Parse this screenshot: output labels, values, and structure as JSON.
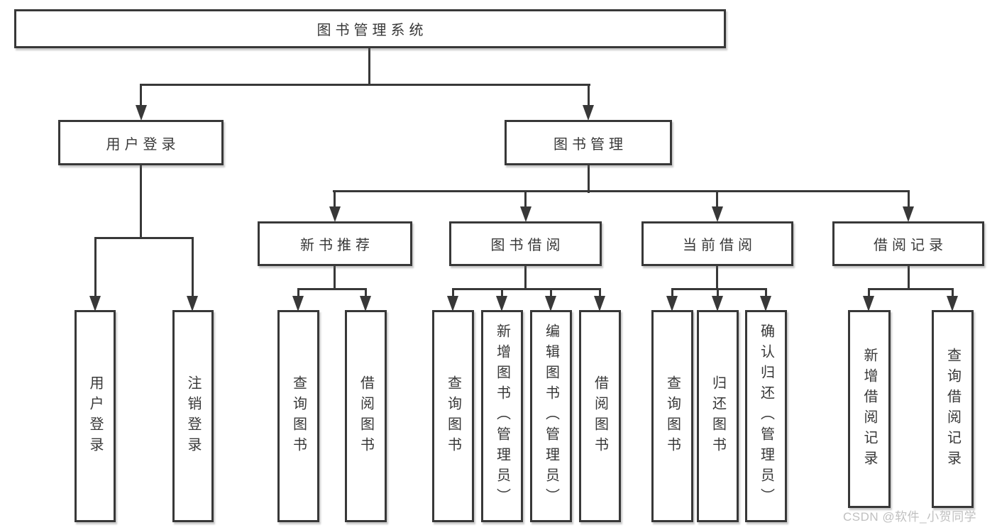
{
  "nodes": {
    "root": "图书管理系统",
    "user_login": "用户登录",
    "book_manage": "图书管理",
    "user_login_children": [
      "用户登录",
      "注销登录"
    ],
    "new_books": "新书推荐",
    "new_books_children": [
      "查询图书",
      "借阅图书"
    ],
    "book_lending": "图书借阅",
    "book_lending_children": [
      "查询图书",
      "新增图书（管理员）",
      "编辑图书（管理员）",
      "借阅图书"
    ],
    "current_lending": "当前借阅",
    "current_lending_children": [
      "查询图书",
      "归还图书",
      "确认归还（管理员）"
    ],
    "lending_records": "借阅记录",
    "lending_records_children": [
      "新增借阅记录",
      "查询借阅记录"
    ]
  },
  "watermark": "CSDN @软件_小贺同学",
  "colors": {
    "line": "#383838",
    "box_border": "#383838",
    "text": "#383838",
    "background": "#ffffff",
    "watermark": "#c0c0c0"
  }
}
